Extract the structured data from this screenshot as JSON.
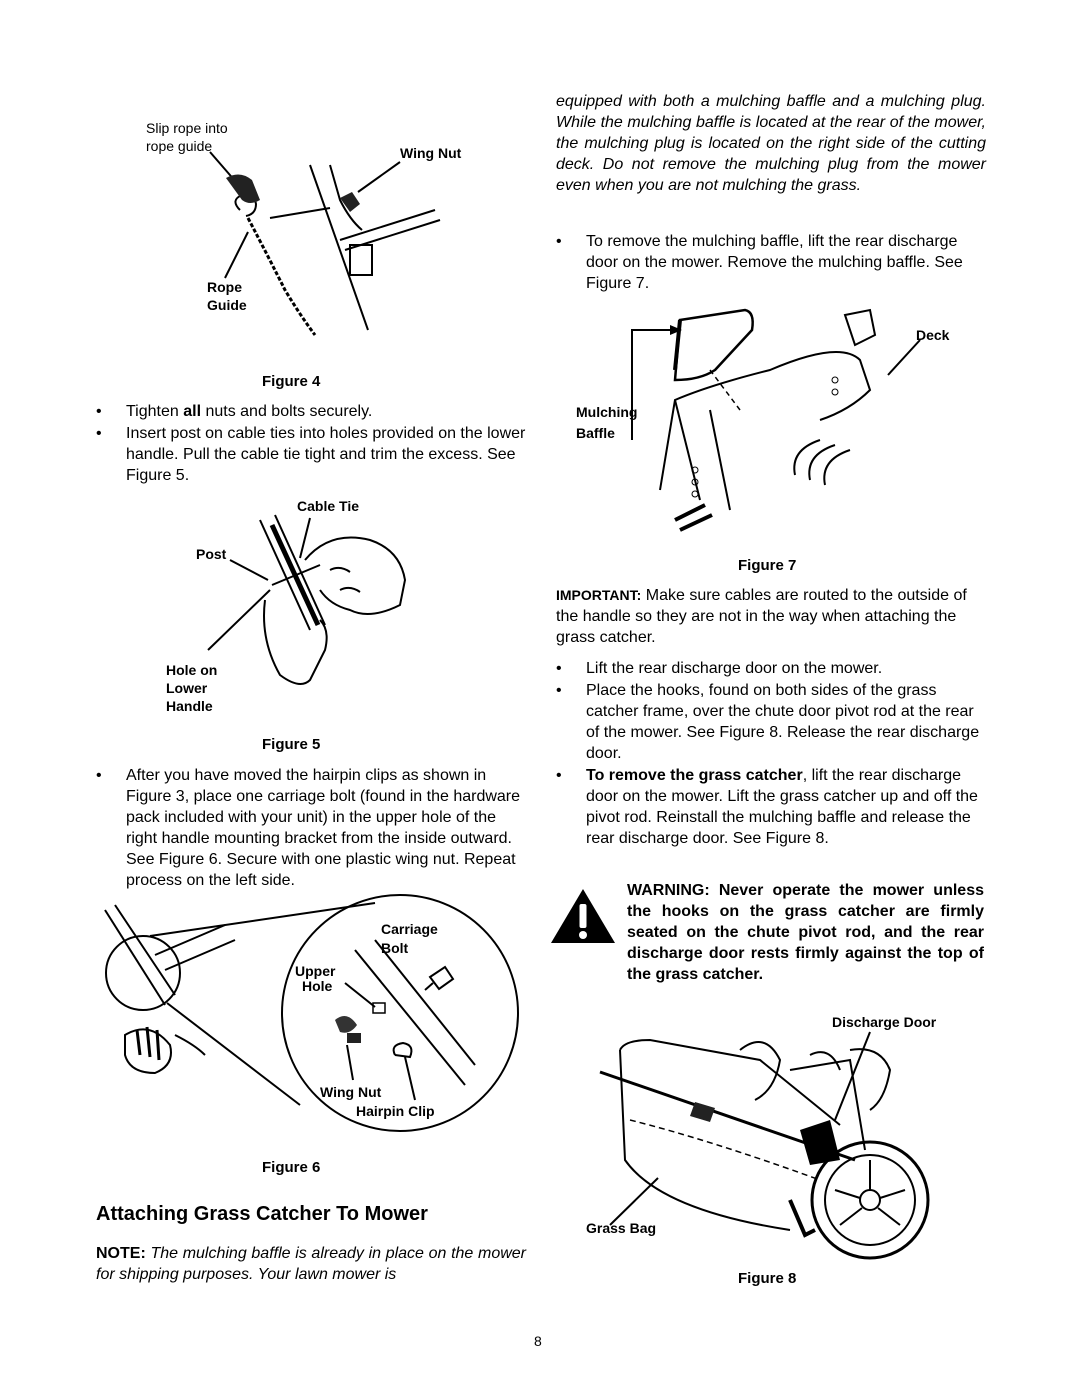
{
  "figure4": {
    "caption": "Figure 4",
    "label_slip": "Slip rope into rope guide",
    "label_wing_nut": "Wing Nut",
    "label_rope_guide": "Rope Guide"
  },
  "bullets_a": [
    {
      "pre": "Tighten ",
      "bold": "all",
      "post": " nuts and bolts securely."
    },
    {
      "text": "Insert post on cable ties into holes provided on the lower handle. Pull the cable tie tight and trim the excess. See Figure 5."
    }
  ],
  "figure5": {
    "caption": "Figure 5",
    "label_cable_tie": "Cable Tie",
    "label_post": "Post",
    "label_hole": "Hole on Lower Handle"
  },
  "bullet_b": "After you have moved the hairpin clips as shown in Figure 3, place one carriage bolt (found in the hardware pack included with your unit) in the upper hole of the right handle mounting bracket from the inside outward. See Figure 6. Secure with one plastic wing nut. Repeat process on the left side.",
  "figure6": {
    "caption": "Figure 6",
    "label_carriage": "Carriage",
    "label_bolt": "Bolt",
    "label_upper": "Upper",
    "label_hole": "Hole",
    "label_wing_nut": "Wing Nut",
    "label_hairpin": "Hairpin Clip"
  },
  "section": {
    "heading": "Attaching Grass Catcher To Mower",
    "note_label": "NOTE:",
    "note_text": "The mulching baffle is already in place on the mower for shipping purposes. Your lawn mower is",
    "note_continued": "equipped with both a mulching baffle and a mulching plug. While the mulching baffle is located at the rear of the mower, the mulching plug is located on the right side of the cutting deck. Do not remove the mulching plug from the mower even when you are not mulching the grass."
  },
  "bullet_c": "To remove the mulching baffle, lift the rear discharge door on the mower. Remove the mulching baffle. See Figure 7.",
  "figure7": {
    "caption": "Figure 7",
    "label_deck": "Deck",
    "label_baffle": "Mulching Baffle"
  },
  "important": {
    "label": "IMPORTANT:",
    "text": " Make sure cables are routed to the outside of the handle so they are not in the way when attaching the grass catcher."
  },
  "bullets_d": [
    {
      "text": "Lift the rear discharge door on the mower."
    },
    {
      "text": "Place the hooks, found on both sides of the grass catcher frame, over the chute door pivot rod at the rear of the mower. See Figure 8. Release the rear discharge door."
    },
    {
      "bold": "To remove the grass catcher",
      "post": ", lift the rear discharge door on the mower. Lift the grass catcher up and off the pivot rod. Reinstall the mulching baffle and release the rear discharge door. See Figure 8."
    }
  ],
  "warning": "WARNING: Never operate the mower unless the hooks on the grass catcher are firmly seated on the chute pivot rod, and the rear discharge door rests firmly against the top of the grass catcher.",
  "figure8": {
    "caption": "Figure 8",
    "label_door": "Discharge Door",
    "label_bag": "Grass Bag"
  },
  "page_number": "8",
  "bullet_char": "•"
}
